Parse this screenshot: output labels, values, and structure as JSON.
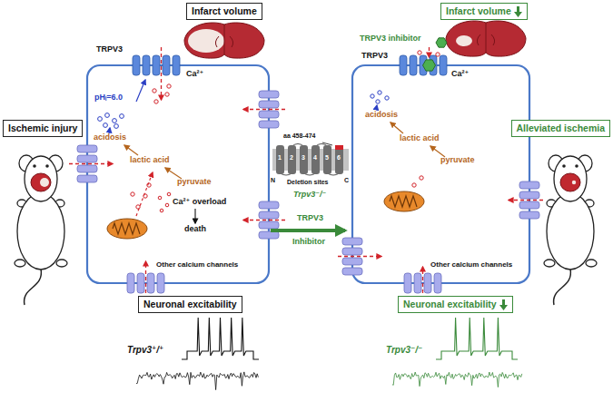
{
  "diagram": {
    "nodes": [
      {
        "text": [
          "Infarct volume"
        ]
      },
      {
        "text": [
          "Ischemic injury"
        ]
      },
      {
        "text": [
          "Neuronal excitability"
        ]
      },
      {
        "text": [
          "Infarct volume"
        ]
      },
      {
        "text": [
          "Alleviated ischemia"
        ]
      },
      {
        "text": [
          "Neuronal excitability"
        ]
      }
    ],
    "labels": [
      "Ca²⁺",
      "TRPV3",
      "pHᵢ=6.0",
      "acidosis",
      "lactic acid",
      "pyruvate",
      "Ca²⁺ overload",
      "death",
      "Other calcium channels",
      "aa 458-474",
      "1",
      "2",
      "3",
      "4",
      "5",
      "6",
      "N",
      "C",
      "Deletion sites",
      "Trpv3⁻/⁻",
      "TRPV3",
      "Inhibitor",
      "TRPV3 inhibitor",
      "TRPV3",
      "Ca²⁺",
      "acidosis",
      "lactic acid",
      "pyruvate",
      "Other calcium channels",
      "Trpv3⁺/⁺",
      "Trpv3⁻/⁻"
    ]
  }
}
